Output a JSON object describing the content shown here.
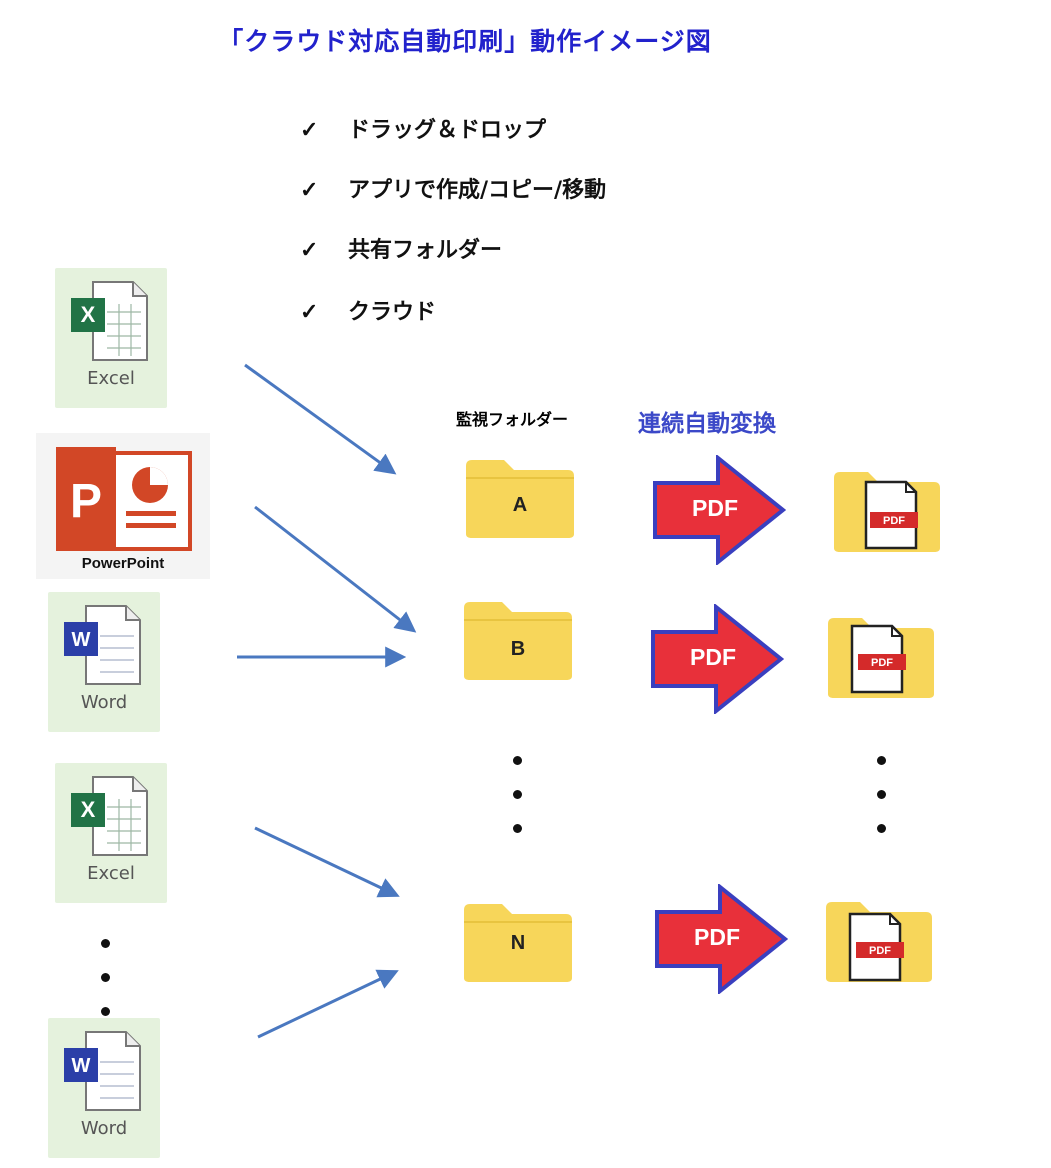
{
  "title": "「クラウド対応自動印刷」動作イメージ図",
  "checklist": {
    "mark": "✓",
    "items": [
      "ドラッグ＆ドロップ",
      "アプリで作成/コピー/移動",
      "共有フォルダー",
      "クラウド"
    ]
  },
  "labels": {
    "monitor_folder": "監視フォルダー",
    "continuous_conversion": "連続自動変換"
  },
  "sources": [
    {
      "caption": "Excel",
      "icon": "excel-icon"
    },
    {
      "caption": "PowerPoint",
      "icon": "powerpoint-icon"
    },
    {
      "caption": "Word",
      "icon": "word-icon"
    },
    {
      "caption": "Excel",
      "icon": "excel-icon"
    },
    {
      "caption": "Word",
      "icon": "word-icon"
    }
  ],
  "folders": [
    {
      "letter": "A"
    },
    {
      "letter": "B"
    },
    {
      "letter": "N"
    }
  ],
  "conversion": {
    "arrow_label": "PDF",
    "badge_label": "PDF"
  },
  "colors": {
    "title": "#2222cc",
    "convert_label": "#3b48c8",
    "flow_arrow": "#4a78c0",
    "folder": "#f7d65a",
    "pdf_arrow_fill": "#e8303a",
    "pdf_arrow_stroke": "#3a3fbf",
    "excel": "#217346",
    "word": "#2b3fa8",
    "powerpoint": "#d24726"
  }
}
